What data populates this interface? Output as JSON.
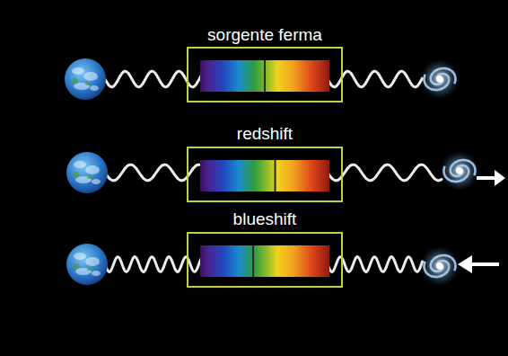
{
  "diagram": {
    "nodes": [
      {
        "text": [
          "sorgente ferma"
        ]
      },
      {
        "text": [
          "redshift"
        ]
      },
      {
        "text": [
          "blueshift"
        ]
      }
    ]
  }
}
